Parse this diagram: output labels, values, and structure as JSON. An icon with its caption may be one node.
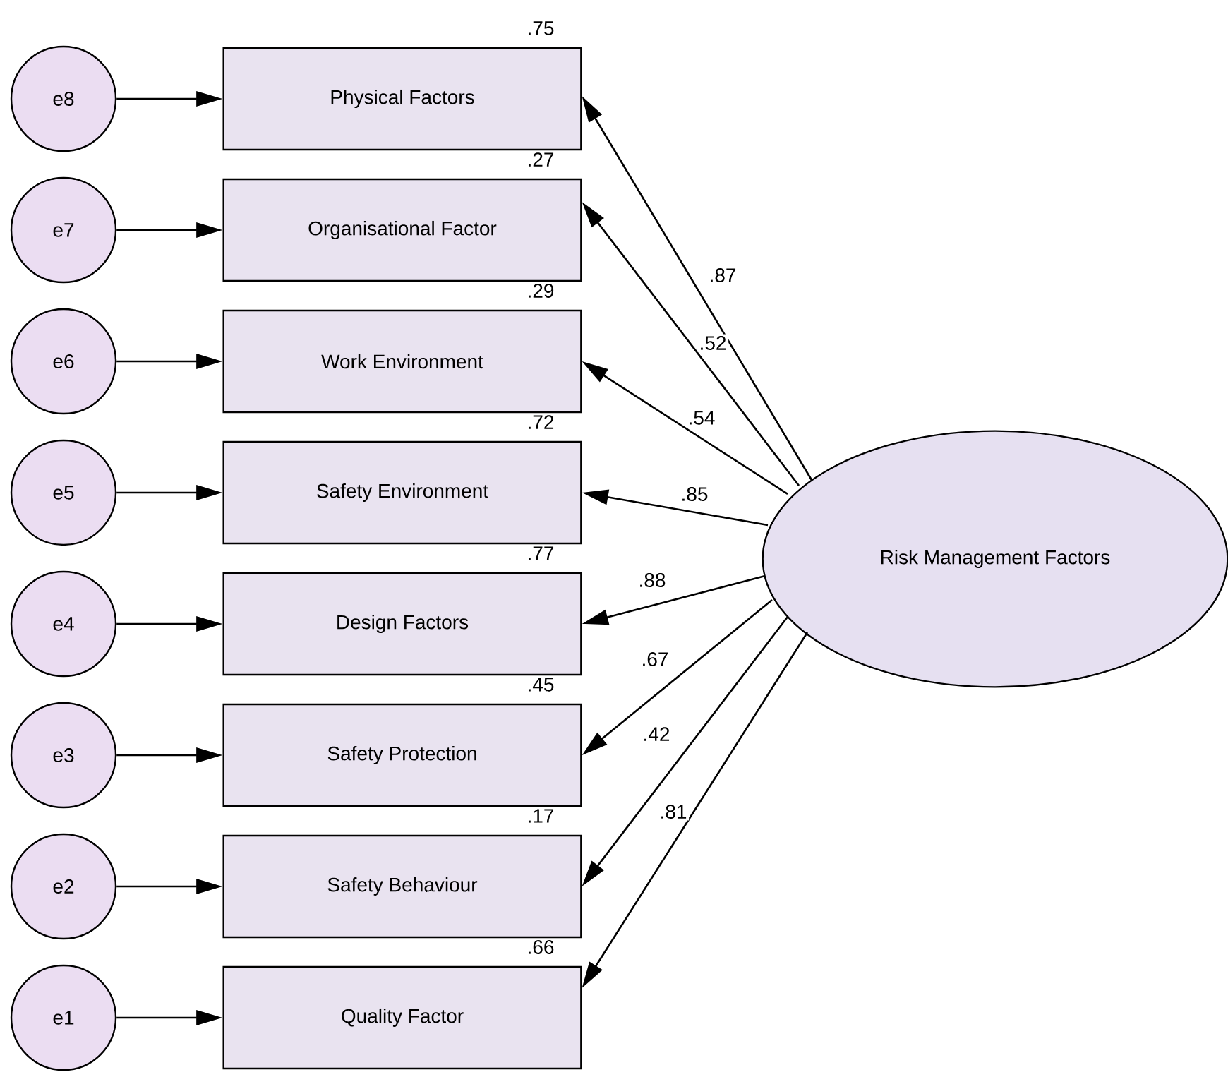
{
  "diagram": {
    "nodes": [
      {
        "text": [
          "e8"
        ]
      },
      {
        "text": [
          "Physical Factors"
        ],
        "beside": [
          ".75"
        ]
      },
      {
        "text": [
          "e7"
        ]
      },
      {
        "text": [
          "Organisational Factor"
        ],
        "beside": [
          ".27"
        ]
      },
      {
        "text": [
          "e6"
        ]
      },
      {
        "text": [
          "Work Environment"
        ],
        "beside": [
          ".29"
        ]
      },
      {
        "text": [
          "e5"
        ]
      },
      {
        "text": [
          "Safety Environment"
        ],
        "beside": [
          ".72"
        ]
      },
      {
        "text": [
          "e4"
        ]
      },
      {
        "text": [
          "Design Factors"
        ],
        "beside": [
          ".77"
        ]
      },
      {
        "text": [
          "e3"
        ]
      },
      {
        "text": [
          "Safety Protection"
        ],
        "beside": [
          ".45"
        ]
      },
      {
        "text": [
          "e2"
        ]
      },
      {
        "text": [
          "Safety Behaviour"
        ],
        "beside": [
          ".17"
        ]
      },
      {
        "text": [
          "e1"
        ]
      },
      {
        "text": [
          "Quality Factor"
        ],
        "beside": [
          ".66"
        ]
      },
      {
        "text": [
          "Risk Management Factors"
        ]
      }
    ],
    "edges": [
      {
        "from": 0,
        "to": 1,
        "arrow": "to"
      },
      {
        "from": 2,
        "to": 3,
        "arrow": "to"
      },
      {
        "from": 4,
        "to": 5,
        "arrow": "to"
      },
      {
        "from": 6,
        "to": 7,
        "arrow": "to"
      },
      {
        "from": 8,
        "to": 9,
        "arrow": "to"
      },
      {
        "from": 10,
        "to": 11,
        "arrow": "to"
      },
      {
        "from": 12,
        "to": 13,
        "arrow": "to"
      },
      {
        "from": 14,
        "to": 15,
        "arrow": "to"
      },
      {
        "from": 16,
        "to": 1,
        "arrow": "to",
        "label": ".87"
      },
      {
        "from": 16,
        "to": 3,
        "arrow": "to",
        "label": ".52"
      },
      {
        "from": 16,
        "to": 5,
        "arrow": "to",
        "label": ".54"
      },
      {
        "from": 16,
        "to": 7,
        "arrow": "to",
        "label": ".85"
      },
      {
        "from": 16,
        "to": 9,
        "arrow": "to",
        "label": ".88"
      },
      {
        "from": 16,
        "to": 11,
        "arrow": "to",
        "label": ".67"
      },
      {
        "from": 16,
        "to": 13,
        "arrow": "to",
        "label": ".42"
      },
      {
        "from": 16,
        "to": 15,
        "arrow": "to",
        "label": ".81"
      }
    ]
  }
}
